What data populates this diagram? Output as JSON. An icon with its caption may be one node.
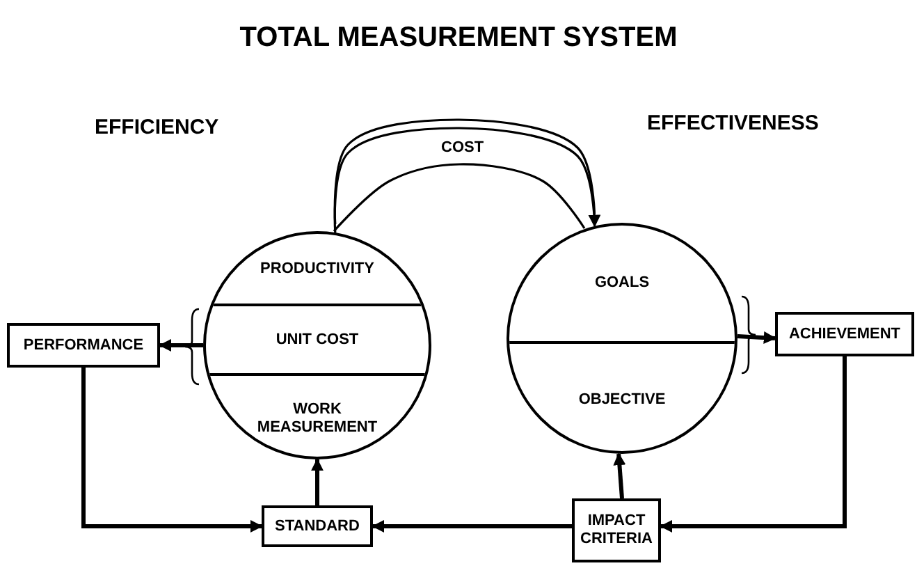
{
  "diagram": {
    "title": "TOTAL MEASUREMENT SYSTEM",
    "nodes": [
      {
        "text": [],
        "shape": "circle"
      },
      {
        "text": [
          "PRODUCTIVITY"
        ],
        "in": 0
      },
      {
        "text": [
          "UNIT COST"
        ],
        "in": 0
      },
      {
        "text": [
          "WORK MEASUREMENT"
        ],
        "in": 0
      },
      {
        "text": [],
        "shape": "circle"
      },
      {
        "text": [
          "GOALS"
        ],
        "in": 4
      },
      {
        "text": [
          "OBJECTIVE"
        ],
        "in": 4
      },
      {
        "text": [
          "PERFORMANCE"
        ]
      },
      {
        "text": [
          "ACHIEVEMENT"
        ]
      },
      {
        "text": [
          "STANDARD"
        ]
      },
      {
        "text": [
          "IMPACT CRITERIA"
        ]
      }
    ],
    "edges": [
      {
        "from": 0,
        "to": 4,
        "arrow": "to",
        "label": "COST"
      },
      {
        "from": 0,
        "to": 7,
        "arrow": "to"
      },
      {
        "from": 7,
        "to": 9,
        "arrow": "to"
      },
      {
        "from": 9,
        "to": 0,
        "arrow": "to"
      },
      {
        "from": 8,
        "to": 10,
        "arrow": "to"
      },
      {
        "from": 10,
        "to": 9,
        "arrow": "to"
      },
      {
        "from": 10,
        "to": 4,
        "arrow": "to"
      },
      {
        "from": 4,
        "to": 8,
        "arrow": "to"
      }
    ],
    "labels": [
      "EFFICIENCY",
      "EFFECTIVENESS"
    ]
  }
}
